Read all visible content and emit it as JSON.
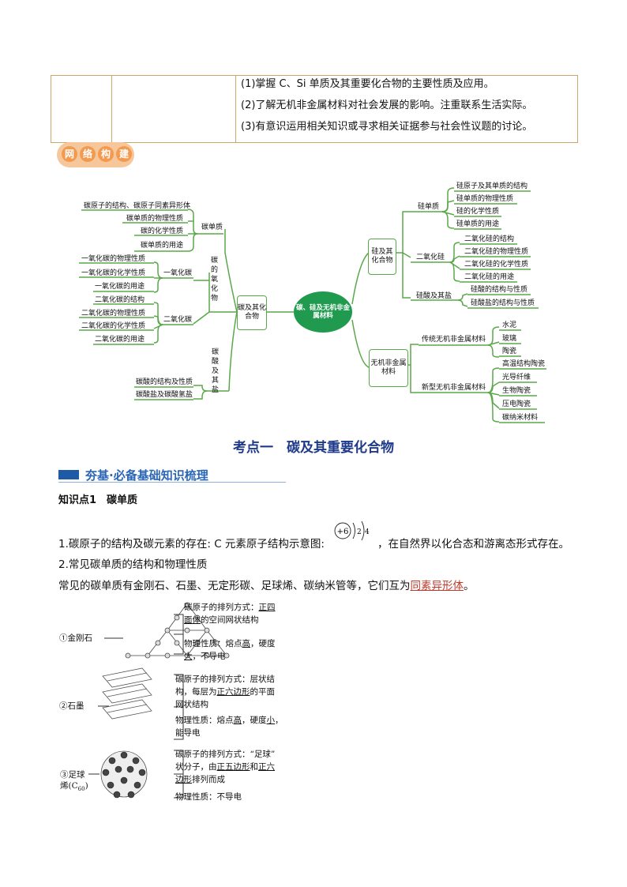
{
  "objectives": {
    "lines": [
      "(1)掌握 C、Si 单质及其重要化合物的主要性质及应用。",
      "(2)了解无机非金属材料对社会发展的影响。注重联系生活实际。",
      "(3)有意识运用相关知识或寻求相关证据参与社会性议题的讨论。"
    ]
  },
  "badge": {
    "chars": [
      "网",
      "络",
      "构",
      "建"
    ]
  },
  "mindmap": {
    "center": "碳、硅及无机非金属材料",
    "left_main": "碳及其化合物",
    "right_top": "硅及其化合物",
    "right_bottom": "无机非金属材料",
    "left": {
      "carbon_elem": {
        "label": "碳单质",
        "items": [
          "碳原子的结构、碳原子同素异形体",
          "碳单质的物理性质",
          "碳的化学性质",
          "碳单质的用途"
        ]
      },
      "oxides_label": "碳的氧化物",
      "co": {
        "label": "一氧化碳",
        "items": [
          "一氧化碳的物理性质",
          "一氧化碳的化学性质",
          "一氧化碳的用途"
        ]
      },
      "co2": {
        "label": "二氧化碳",
        "items": [
          "二氧化碳的结构",
          "二氧化碳的物理性质",
          "二氧化碳的化学性质",
          "二氧化碳的用途"
        ]
      },
      "carbonate_label": "碳酸及其盐",
      "carbonate_items": [
        "碳酸的结构及性质",
        "碳酸盐及碳酸氢盐"
      ]
    },
    "right": {
      "si_elem": {
        "label": "硅单质",
        "items": [
          "硅原子及其单质的结构",
          "硅单质的物理性质",
          "硅的化学性质",
          "硅单质的用途"
        ]
      },
      "sio2": {
        "label": "二氧化硅",
        "items": [
          "二氧化硅的结构",
          "二氧化硅的物理性质",
          "二氧化硅的化学性质",
          "二氧化硅的用途"
        ]
      },
      "silicic": {
        "label": "硅酸及其盐",
        "items": [
          "硅酸的结构与性质",
          "硅酸盐的结构与性质"
        ]
      },
      "traditional": {
        "label": "传统无机非金属材料",
        "items": [
          "水泥",
          "玻璃",
          "陶瓷"
        ]
      },
      "new": {
        "label": "新型无机非金属材料",
        "items": [
          "高温结构陶瓷",
          "光导纤维",
          "生物陶瓷",
          "压电陶瓷",
          "碳纳米材料"
        ]
      }
    }
  },
  "heading": "考点一　碳及其重要化合物",
  "section_title": "夯基·必备基础知识梳理",
  "kp1": "知识点1　碳单质",
  "p1_before": "1.碳原子的结构及碳元素的存在: C 元素原子结构示意图:",
  "p1_after": "，在自然界以化合态和游离态形式存在。",
  "atom": {
    "nucleus": "+6",
    "shell1": "2",
    "shell2": "4"
  },
  "p2": "2.常见碳单质的结构和物理性质",
  "p3_before": "常见的碳单质有金刚石、石墨、无定形碳、足球烯、碳纳米管等，它们互为",
  "p3_link": "同素异形体",
  "p3_after": "。",
  "diamond": {
    "name": "①金刚石",
    "a1": "碳原子的排列方式：",
    "a1u": "正四",
    "a2u": "面体",
    "a2": "的空间网状结构",
    "b1": "物理性质：熔点",
    "b1u": "高",
    "b1b": "，硬度",
    "b2u": "大",
    "b2": "，不导电"
  },
  "graphite": {
    "name": "②石墨",
    "a1": "碳原子的排列方式：层状结",
    "a2a": "构，每层为",
    "a2u": "正六边形",
    "a2b": "的平面",
    "a3": "网状结构",
    "b1": "物理性质：熔点",
    "b1u": "高",
    "b1b": "，硬度",
    "b1u2": "小",
    "b1c": "，",
    "b2": "能导电"
  },
  "c60": {
    "name1": "③足球",
    "name2": "烯(C",
    "name2sub": "60",
    "name2end": ")",
    "a1": "碳原子的排列方式：“足球”",
    "a2a": "状分子，由",
    "a2u": "正五边形",
    "a2b": "和",
    "a2u2": "正六",
    "a3u": "边形",
    "a3": "排列而成",
    "b1": "物理性质：不导电"
  }
}
